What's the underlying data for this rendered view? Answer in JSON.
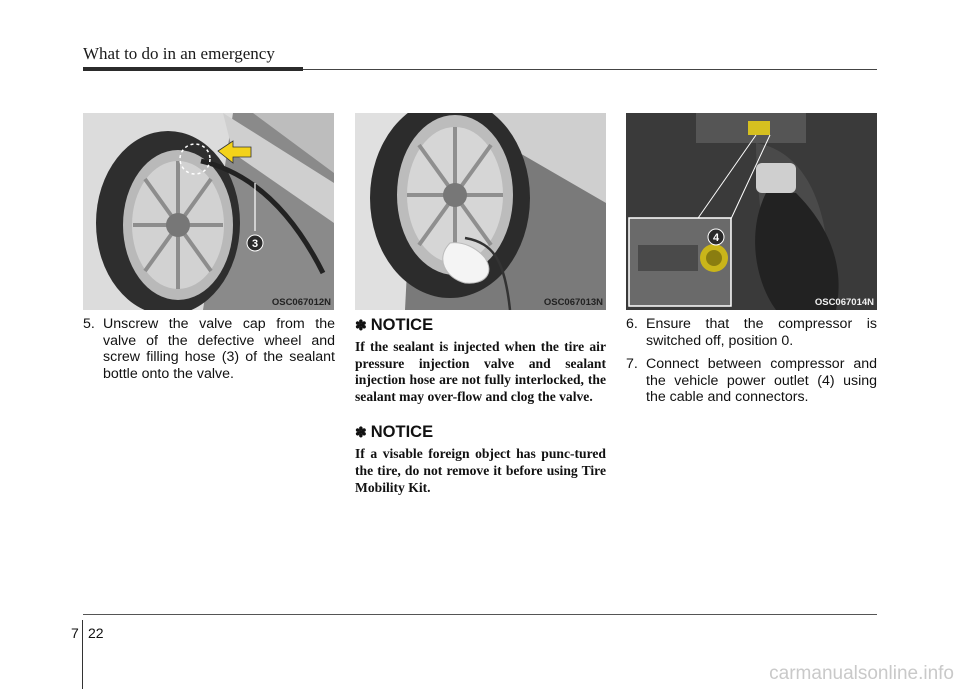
{
  "header": {
    "title": "What to do in an emergency"
  },
  "figures": [
    {
      "code": "OSC067012N",
      "callout": "3"
    },
    {
      "code": "OSC067013N"
    },
    {
      "code": "OSC067014N",
      "callout": "4"
    }
  ],
  "col1": {
    "step5_num": "5.",
    "step5_text": "Unscrew the valve cap from the valve of the defective wheel and screw filling hose (3) of the sealant bottle onto the valve."
  },
  "col2": {
    "notice1_star": "✽",
    "notice1_title": "NOTICE",
    "notice1_body": "If the sealant is injected when the tire air pressure injection valve and sealant injection hose are not fully interlocked, the sealant may over-flow and clog the valve.",
    "notice2_star": "✽",
    "notice2_title": "NOTICE",
    "notice2_body": "If a visable foreign object has punc-tured the tire, do not remove it before using Tire Mobility Kit."
  },
  "col3": {
    "step6_num": "6.",
    "step6_text": "Ensure that the compressor is switched off, position 0.",
    "step7_num": "7.",
    "step7_text": "Connect between compressor and the vehicle power outlet (4) using the cable and connectors."
  },
  "footer": {
    "chapter": "7",
    "page": "22",
    "watermark": "carmanualsonline.info"
  }
}
